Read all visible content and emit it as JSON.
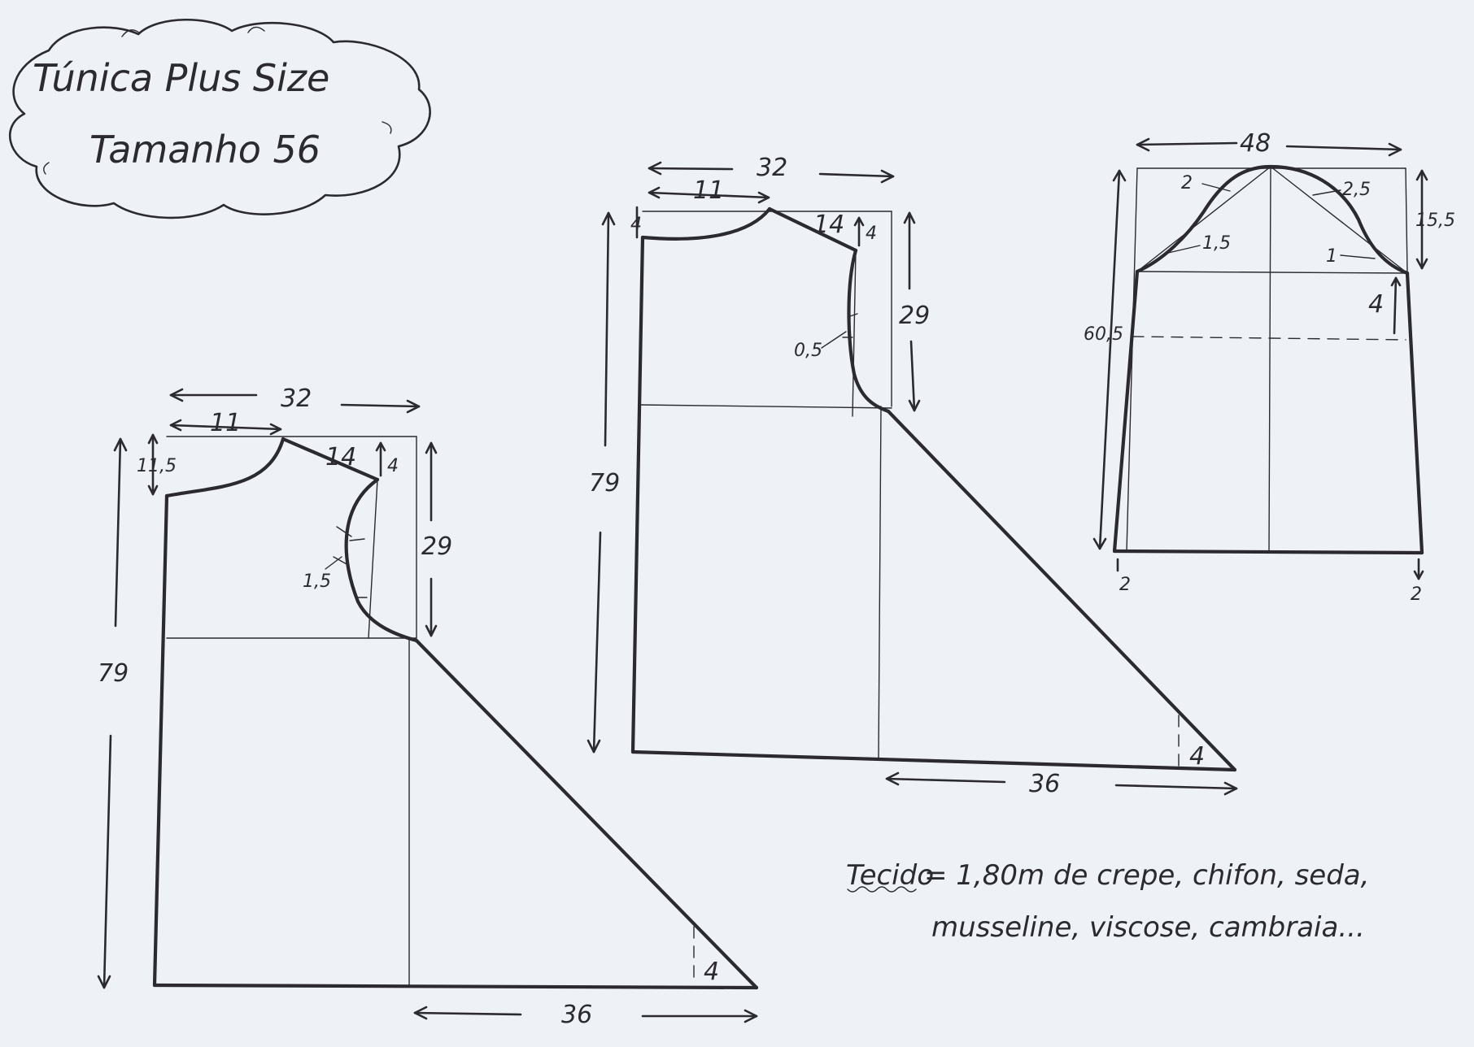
{
  "title": {
    "line1": "Túnica Plus Size",
    "line2": "Tamanho 56"
  },
  "front_piece": {
    "width": "32",
    "neck_width": "11",
    "neck_depth": "11,5",
    "shoulder": "14",
    "shoulder_drop": "4",
    "armhole_depth": "29",
    "armhole_curve": "1,5",
    "length": "79",
    "hem_extension": "36",
    "hem_rise": "4"
  },
  "back_piece": {
    "width": "32",
    "neck_width": "11",
    "neck_depth": "4",
    "shoulder": "14",
    "shoulder_drop": "4",
    "armhole_depth": "29",
    "armhole_curve": "0,5",
    "length": "79",
    "hem_extension": "36",
    "hem_rise": "4"
  },
  "sleeve": {
    "width": "48",
    "cap_height": "15,5",
    "length": "60,5",
    "cap_left_upper": "2",
    "cap_right_upper": "2,5",
    "cap_left_lower": "1,5",
    "cap_right_lower": "1",
    "right_offset": "4",
    "hem_left": "2",
    "hem_right": "2"
  },
  "fabric_note": {
    "label": "Tecido",
    "line1_rest": "= 1,80m  de crepe, chifon, seda,",
    "line2": "musseline, viscose, cambraia..."
  },
  "colors": {
    "paper": "#eef1f6",
    "ink": "#2a2a30"
  }
}
